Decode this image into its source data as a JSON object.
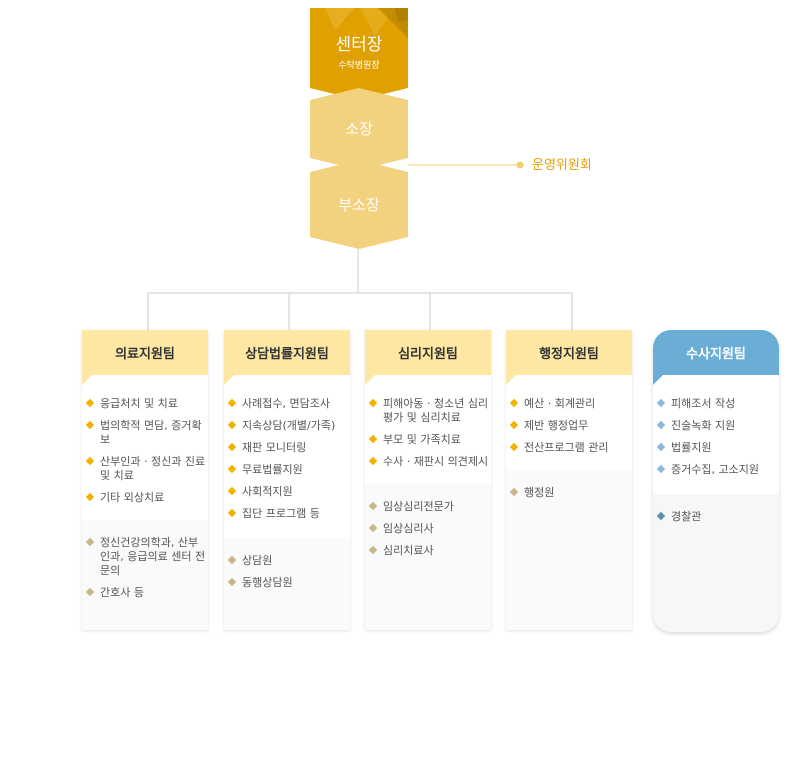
{
  "top": {
    "director": "센터장",
    "director_sub": "수탁병원장",
    "head": "소장",
    "deputy": "부소장",
    "committee": "운영위원회"
  },
  "teams": [
    {
      "name": "의료지원팀",
      "duties": [
        "응급처치 및 치료",
        "법의학적 면담, 증거확보",
        "산부인과 · 정신과 진료 및 치료",
        "기타 외상치료"
      ],
      "staff": [
        "정신건강의학과, 산부인과, 응급의료 센터 전문의",
        "간호사 등"
      ]
    },
    {
      "name": "상담법률지원팀",
      "duties": [
        "사례접수, 면담조사",
        "지속상담(개별/가족)",
        "재판 모니터링",
        "무료법률지원",
        "사회적지원",
        "집단 프로그램 등"
      ],
      "staff": [
        "상담원",
        "동행상담원"
      ]
    },
    {
      "name": "심리지원팀",
      "duties": [
        "피해아동 · 청소년 심리평가 및 심리치료",
        "부모 및 가족치료",
        "수사 · 재판시 의견제시"
      ],
      "staff": [
        "임상심리전문가",
        "임상심리사",
        "심리치료사"
      ]
    },
    {
      "name": "행정지원팀",
      "duties": [
        "예산 · 회계관리",
        "제반 행정업무",
        "전산프로그램 관리"
      ],
      "staff": [
        "행정원"
      ]
    },
    {
      "name": "수사지원팀",
      "duties": [
        "피해조서 작성",
        "진술녹화 지원",
        "법률지원",
        "증거수집, 고소지원"
      ],
      "staff": [
        "경찰관"
      ]
    }
  ],
  "colors": {
    "director_fill": "#e0a100",
    "head_fill": "#f2d27e",
    "team_header": "#fde7a3",
    "police_header": "#6aaed6",
    "committee_text": "#e3a100",
    "bullet_gold": "#f0b400",
    "bullet_tan": "#c9b58a",
    "bullet_light_blue": "#8cb9d8",
    "bullet_dark_blue": "#5b8fb0"
  }
}
